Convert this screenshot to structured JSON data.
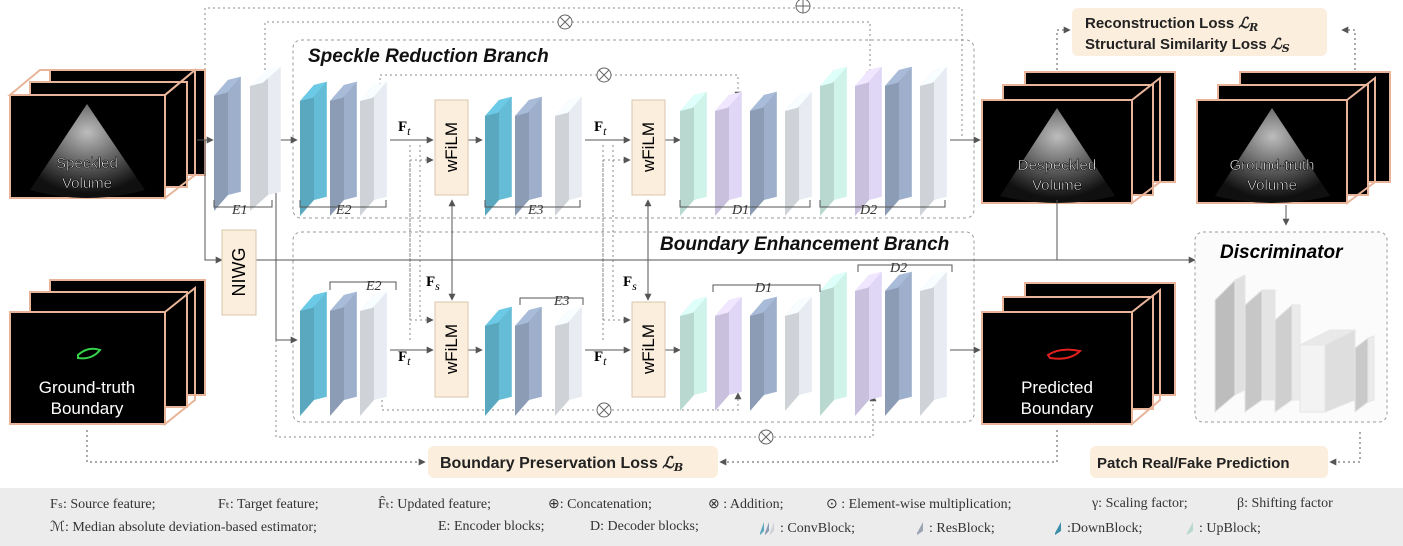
{
  "branches": {
    "speckle": "Speckle Reduction Branch",
    "boundary": "Boundary Enhancement Branch"
  },
  "volumes": {
    "speckled": [
      "Speckled",
      "Volume"
    ],
    "despeckled": [
      "Despeckled",
      "Volume"
    ],
    "gt_volume": [
      "Ground-truth",
      "Volume"
    ],
    "gt_boundary": [
      "Ground-truth",
      "Boundary"
    ],
    "pred_boundary": [
      "Predicted",
      "Boundary"
    ]
  },
  "modules": {
    "niwg": "NIWG",
    "wfilm": "wFiLM",
    "discriminator": "Discriminator"
  },
  "blocks": {
    "e1": "E1",
    "e2": "E2",
    "e3": "E3",
    "d1": "D1",
    "d2": "D2"
  },
  "features": {
    "ft_main": "F",
    "ft_sub": "t",
    "fs_main": "F",
    "fs_sub": "s"
  },
  "losses": {
    "recon": "Reconstruction Loss ",
    "recon_sym": "ℒ",
    "recon_sub": "R",
    "ssim": "Structural Similarity Loss ",
    "ssim_sym": "ℒ",
    "ssim_sub": "S",
    "boundary": "Boundary Preservation Loss ",
    "boundary_sym": "ℒ",
    "boundary_sub": "B",
    "patch": "Patch Real/Fake Prediction"
  },
  "symbols": {
    "concat": "⊕",
    "add": "⊗"
  },
  "legend": {
    "row1": [
      "Fₛ: Source feature;",
      "Fₜ: Target feature;",
      "F̂ₜ: Updated feature;",
      "⊕: Concatenation;",
      "⊗ : Addition;",
      "⊙ : Element-wise multiplication;",
      "γ: Scaling factor;",
      "β: Shifting factor"
    ],
    "row2": [
      "ℳ: Median absolute deviation-based estimator;",
      "E: Encoder blocks;",
      "D: Decoder blocks;",
      ": ConvBlock;",
      ": ResBlock;",
      ":DownBlock;",
      ": UpBlock;"
    ]
  },
  "colors": {
    "conv": "#5aa8c0",
    "res": "#8c9cb4",
    "down": "#cfd3d8",
    "up": "#b9d8d0",
    "lavender": "#c8c0dc",
    "loss_bg": "#fbeedd",
    "wfilm_bg": "#fbeedd"
  }
}
